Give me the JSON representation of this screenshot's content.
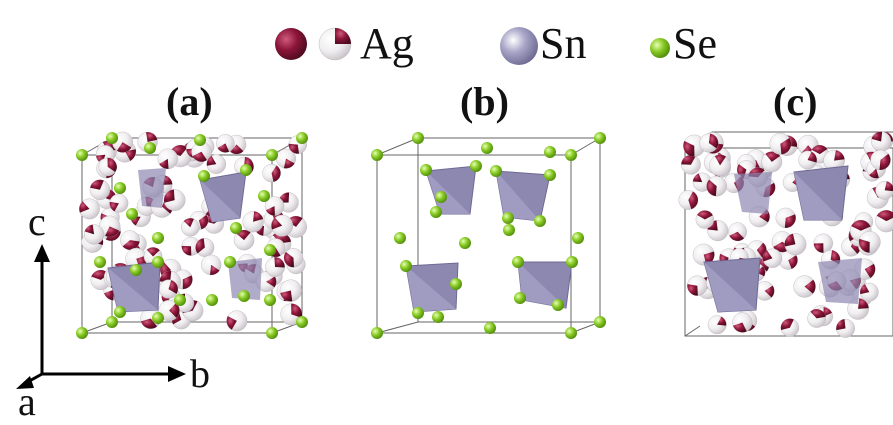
{
  "legend": {
    "items": [
      {
        "symbol": "ag-full-sphere-icon",
        "color": "#8b1538"
      },
      {
        "symbol": "ag-partial-sphere-icon",
        "color": "#8b1538",
        "label": "Ag"
      },
      {
        "symbol": "sn-sphere-icon",
        "color": "#9f9cc0",
        "label": "Sn"
      },
      {
        "symbol": "se-sphere-icon",
        "color": "#7cc520",
        "label": "Se"
      }
    ]
  },
  "panels": [
    {
      "label": "(a)"
    },
    {
      "label": "(b)"
    },
    {
      "label": "(c)"
    }
  ],
  "axes": {
    "c": "c",
    "b": "b",
    "a": "a"
  },
  "colors": {
    "ag": "#8b1538",
    "ag_light": "#f4f2f4",
    "sn_polyhedron": "#8d88b0",
    "se": "#86c822",
    "cell_edge": "#555555"
  }
}
